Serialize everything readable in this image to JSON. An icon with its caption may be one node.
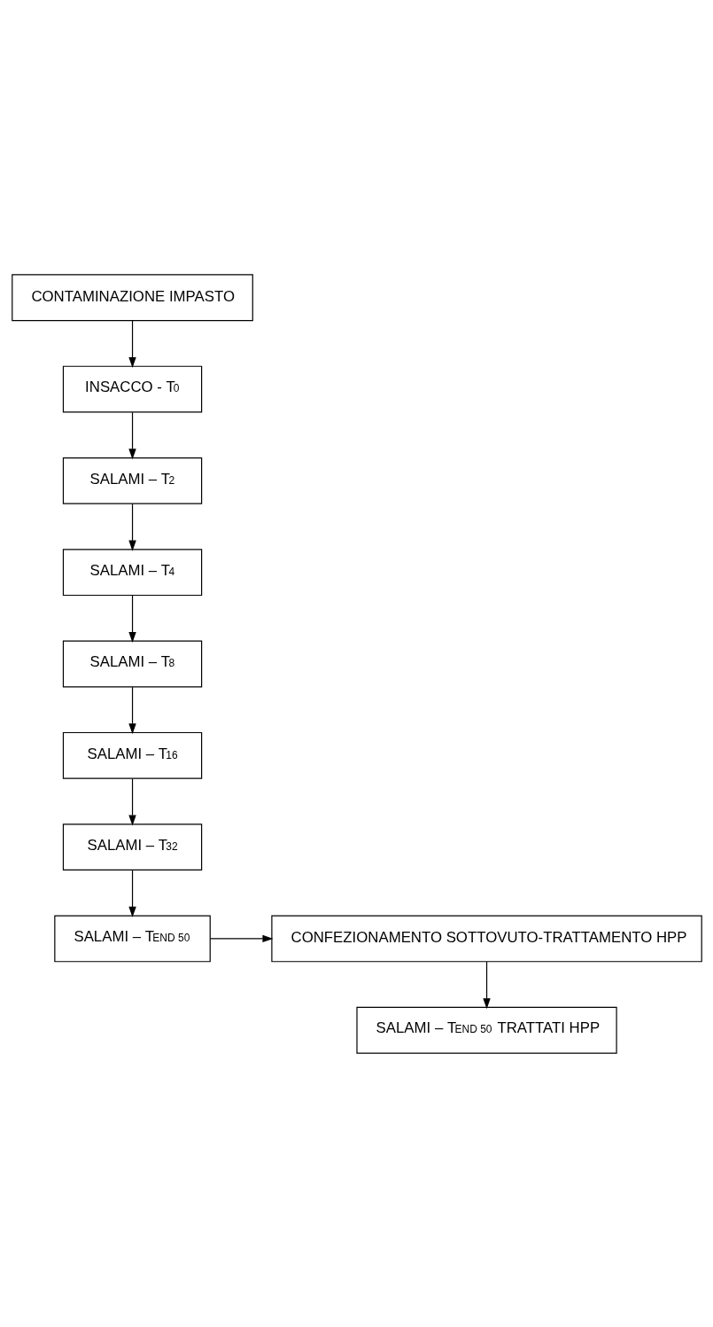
{
  "diagram": {
    "nodes": [
      {
        "text": [
          "CONTAMINAZIONE IMPASTO"
        ]
      },
      {
        "text": [
          "INSACCO - T$_{0}$"
        ]
      },
      {
        "text": [
          "SALAMI – T$_{2}$"
        ]
      },
      {
        "text": [
          "SALAMI – T$_{4}$"
        ]
      },
      {
        "text": [
          "SALAMI – T$_{8}$"
        ]
      },
      {
        "text": [
          "SALAMI – T$_{16}$"
        ]
      },
      {
        "text": [
          "SALAMI – T$_{32}$"
        ]
      },
      {
        "text": [
          "SALAMI – T$_{END 50}$"
        ]
      },
      {
        "text": [
          "CONFEZIONAMENTO SOTTOVUTO-TRATTAMENTO HPP"
        ]
      },
      {
        "text": [
          "SALAMI – T$_{END 50}$ TRATTATI HPP"
        ]
      }
    ],
    "edges": [
      {
        "from": 0,
        "to": 1,
        "arrow": "to"
      },
      {
        "from": 1,
        "to": 2,
        "arrow": "to"
      },
      {
        "from": 2,
        "to": 3,
        "arrow": "to"
      },
      {
        "from": 3,
        "to": 4,
        "arrow": "to"
      },
      {
        "from": 4,
        "to": 5,
        "arrow": "to"
      },
      {
        "from": 5,
        "to": 6,
        "arrow": "to"
      },
      {
        "from": 6,
        "to": 7,
        "arrow": "to"
      },
      {
        "from": 7,
        "to": 8,
        "arrow": "to"
      },
      {
        "from": 8,
        "to": 9,
        "arrow": "to"
      }
    ]
  }
}
